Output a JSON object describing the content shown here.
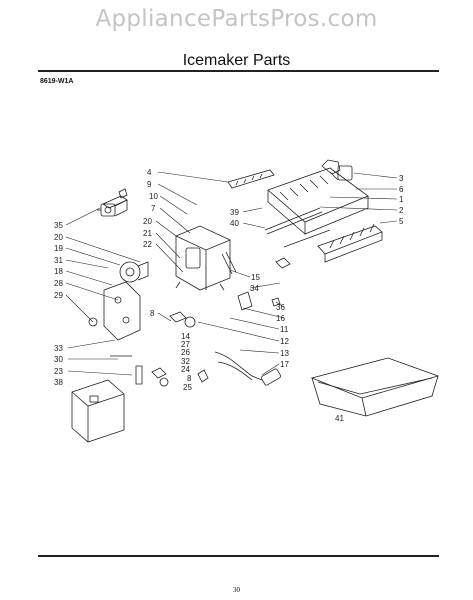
{
  "watermark": "AppliancePartsPros.com",
  "title": "Icemaker Parts",
  "model": "8619-W1A",
  "page_number": "30",
  "callouts": [
    "4",
    "9",
    "10",
    "7",
    "20",
    "21",
    "22",
    "3",
    "6",
    "1",
    "2",
    "5",
    "39",
    "40",
    "35",
    "20",
    "19",
    "31",
    "18",
    "28",
    "29",
    "15",
    "34",
    "36",
    "16",
    "8",
    "11",
    "14",
    "27",
    "12",
    "26",
    "13",
    "32",
    "17",
    "24",
    "8",
    "25",
    "33",
    "30",
    "23",
    "38",
    "41"
  ]
}
